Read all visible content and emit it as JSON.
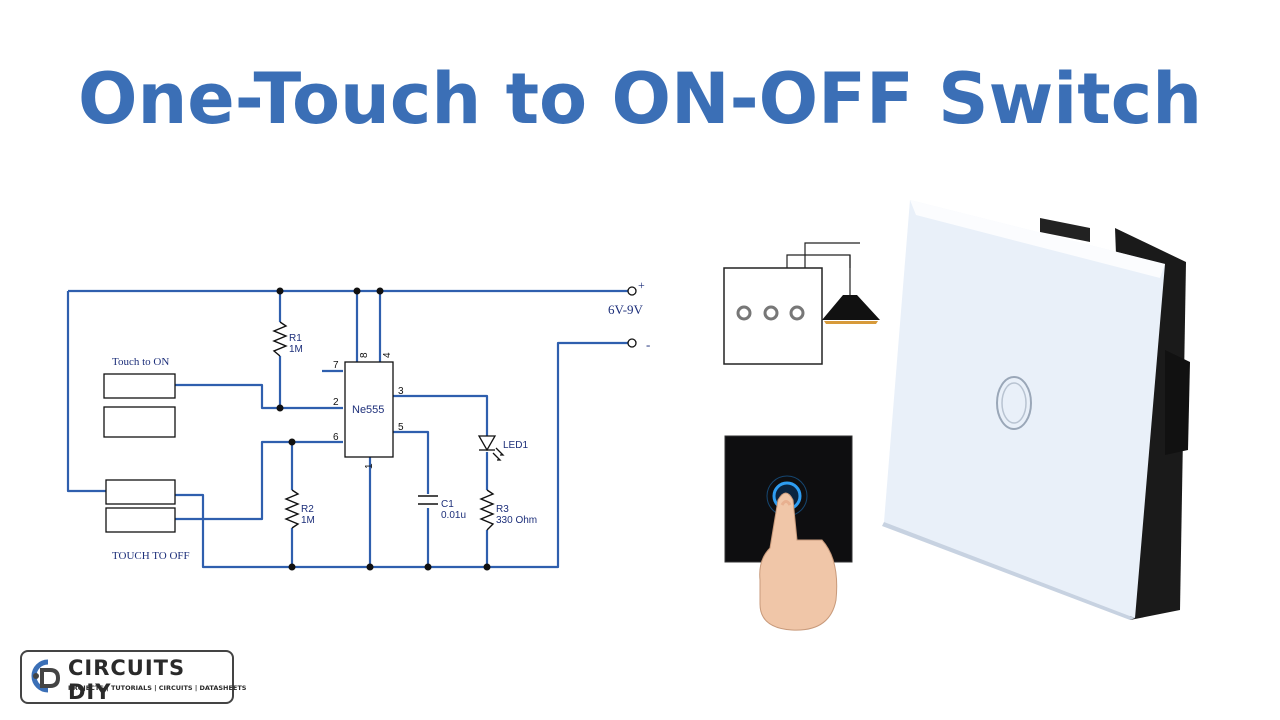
{
  "title": "One-Touch to ON-OFF Switch",
  "schematic": {
    "power_plus": "+",
    "power_minus": "-",
    "supply_label": "6V-9V",
    "touch_on_label": "Touch to ON",
    "touch_off_label": "TOUCH TO OFF",
    "ic_name": "Ne555",
    "pins": {
      "p7": "7",
      "p8": "8",
      "p4": "4",
      "p2": "2",
      "p3": "3",
      "p6": "6",
      "p5": "5",
      "p1": "1"
    },
    "r1": {
      "name": "R1",
      "value": "1M"
    },
    "r2": {
      "name": "R2",
      "value": "1M"
    },
    "r3": {
      "name": "R3",
      "value": "330 Ohm"
    },
    "c1": {
      "name": "C1",
      "value": "0.01u"
    },
    "led": {
      "name": "LED1"
    }
  },
  "photos": {
    "wall_switch_diagram_icon": "three-button-switch-and-lamp",
    "touch_panel_icon": "black-touch-panel-with-finger",
    "glass_switch_icon": "white-glass-touch-switch"
  },
  "logo": {
    "name": "CIRCUITS DIY",
    "tagline": "PROJECTS | TUTORIALS | CIRCUITS | DATASHEETS"
  },
  "colors": {
    "accent": "#3b6fb6",
    "wire": "#2f5fae",
    "label": "#1d2f7a"
  }
}
